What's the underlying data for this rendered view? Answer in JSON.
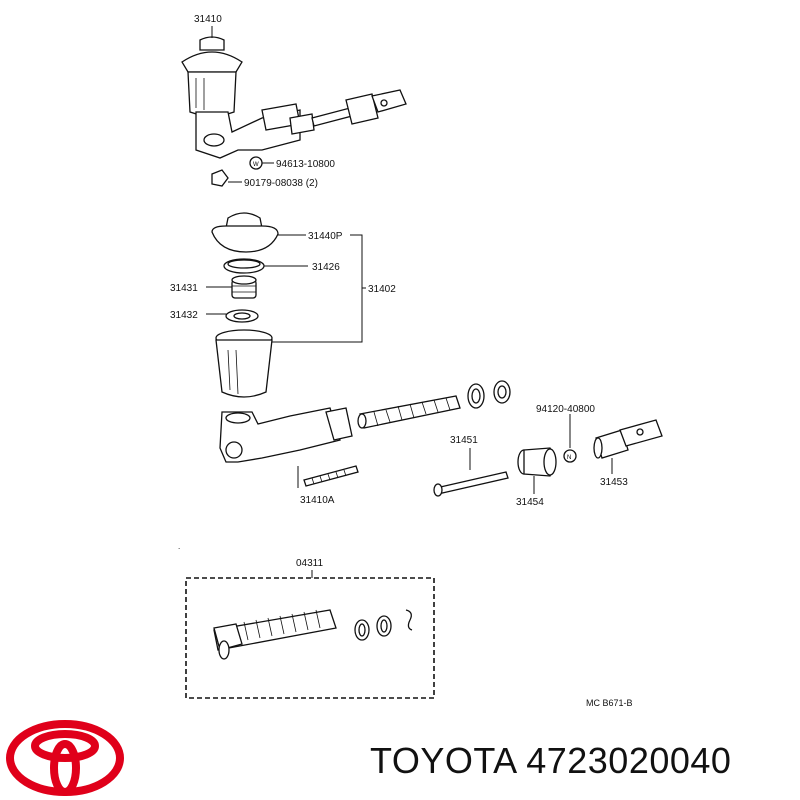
{
  "labels": {
    "p31410": "31410",
    "p94613": "94613-10800",
    "p90179": "90179-08038 (2)",
    "p31440P": "31440P",
    "p31426": "31426",
    "p31431": "31431",
    "p31402": "31402",
    "p31432": "31432",
    "p94120": "94120-40800",
    "p31451": "31451",
    "p31453": "31453",
    "p31454": "31454",
    "p31410A": "31410A",
    "p04311": "04311"
  },
  "diagram_ref": "MC  B671-B",
  "brand": {
    "name": "TOYOTA",
    "part_number": "4723020040",
    "logo_color": "#e0001a"
  }
}
